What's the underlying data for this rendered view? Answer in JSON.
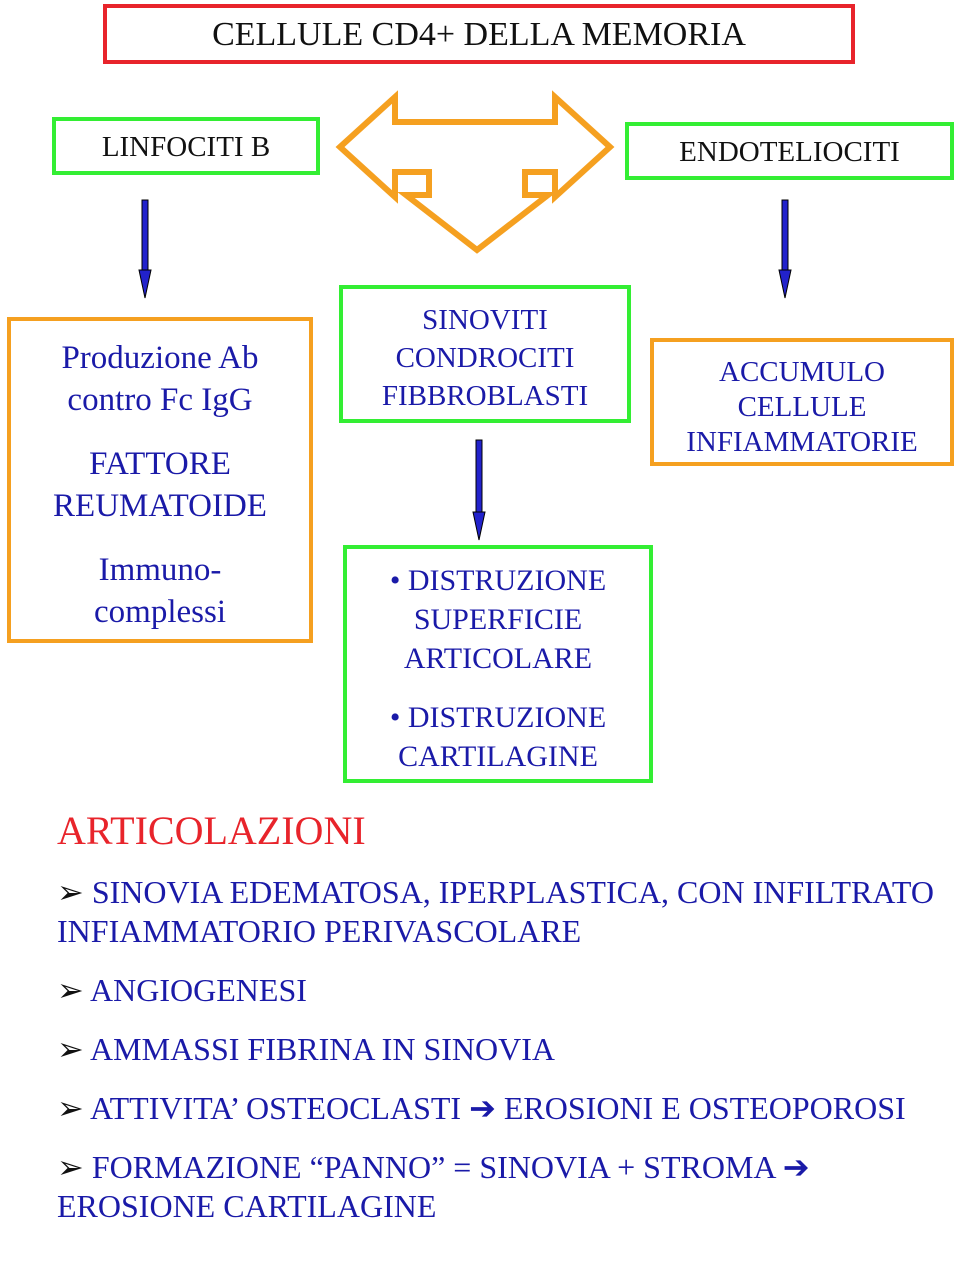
{
  "title": "CELLULE CD4+ DELLA MEMORIA",
  "left_box": "LINFOCITI B",
  "right_box": "ENDOTELIOCITI",
  "produzione": {
    "line1": "Produzione Ab",
    "line2": "contro Fc IgG",
    "line3": "FATTORE",
    "line4": "REUMATOIDE",
    "line5": "Immuno-",
    "line6": "complessi"
  },
  "sinoviti": {
    "line1": "SINOVITI",
    "line2": "CONDROCITI",
    "line3": "FIBBROBLASTI"
  },
  "accumulo": {
    "line1": "ACCUMULO",
    "line2": "CELLULE",
    "line3": "INFIAMMATORIE"
  },
  "distruzione": {
    "item1_line1": "DISTRUZIONE",
    "item1_line2": "SUPERFICIE",
    "item1_line3": "ARTICOLARE",
    "item2_line1": "DISTRUZIONE",
    "item2_line2": "CARTILAGINE"
  },
  "articolazioni": "ARTICOLAZIONI",
  "bullets": [
    "SINOVIA EDEMATOSA, IPERPLASTICA, CON INFILTRATO INFIAMMATORIO PERIVASCOLARE",
    "ANGIOGENESI",
    "AMMASSI FIBRINA IN SINOVIA",
    "ATTIVITA’ OSTEOCLASTI ➔ EROSIONI E OSTEOPOROSI",
    "FORMAZIONE “PANNO” = SINOVIA + STROMA ➔ EROSIONE CARTILAGINE"
  ],
  "colors": {
    "red": "#e8242b",
    "green": "#33ee33",
    "orange": "#f5a020",
    "blue_arrow": "#2222cc",
    "text_blue": "#1a1aa8"
  }
}
